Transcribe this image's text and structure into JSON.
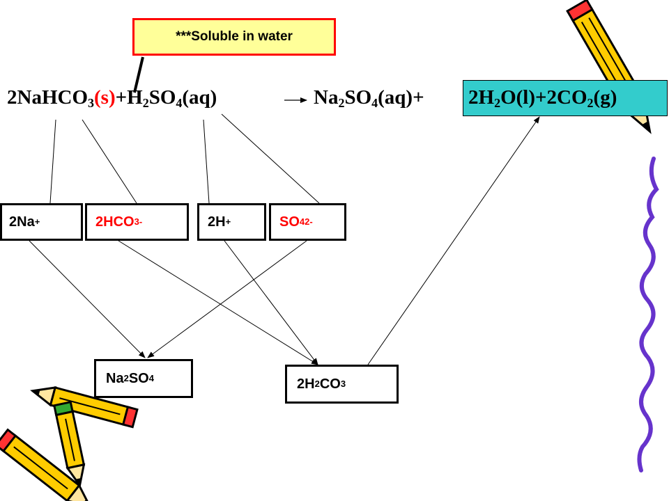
{
  "note": {
    "text": "***Soluble in water"
  },
  "equation": {
    "coef1": "2",
    "t1": "NaHCO",
    "t1_sub": "3",
    "state1": "(s)",
    "plus1": "+",
    "t2": "H",
    "t2_sub": "2",
    "t2b": "SO",
    "t2b_sub": "4",
    "state2": "(aq)",
    "t3": "Na",
    "t3_sub": "2",
    "t3b": "SO",
    "t3b_sub": "4",
    "state3": "(aq)+",
    "t4": "2H",
    "t4_sub": "2",
    "t4b": "O(l)+2CO",
    "t4b_sub": "2",
    "t4c": "(g)"
  },
  "ions": {
    "na": {
      "main": "2Na",
      "sup": "+"
    },
    "hco3": {
      "main": "2HCO",
      "sub": "3",
      "sup": "-"
    },
    "h": {
      "main": "2H",
      "sup": "+"
    },
    "so4": {
      "main": "SO",
      "sub": "4",
      "sup": "2-"
    }
  },
  "products": {
    "na2so4": {
      "a": "Na",
      "a_sub": "2",
      "b": "SO",
      "b_sub": "4"
    },
    "h2co3": {
      "a": "2H",
      "a_sub": "2",
      "b": "CO",
      "b_sub": "3"
    }
  },
  "colors": {
    "state_solid": "#ff0000",
    "note_border": "#ff0000",
    "note_fill": "#ffff99",
    "product_highlight": "#33cccc",
    "decor_purple": "#6633cc",
    "pencil_yellow": "#ffcc00",
    "pencil_red": "#ff3333"
  },
  "decorations": [
    "pencil-icon",
    "pencil-icon",
    "pencil-icon",
    "squiggle-line"
  ]
}
